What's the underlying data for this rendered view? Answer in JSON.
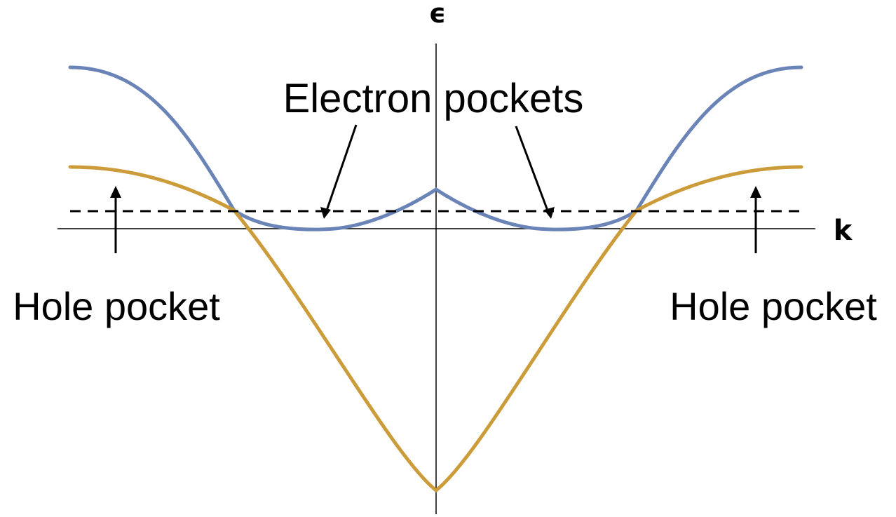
{
  "axes": {
    "y_label": "ϵ",
    "x_label": "k"
  },
  "labels": {
    "electron_pockets": "Electron pockets",
    "hole_pocket_left": "Hole pocket",
    "hole_pocket_right": "Hole pocket"
  },
  "colors": {
    "upper_band": "#6a84b8",
    "lower_band": "#cc9c3a",
    "axis": "#000000",
    "fermi_level": "#000000"
  }
}
